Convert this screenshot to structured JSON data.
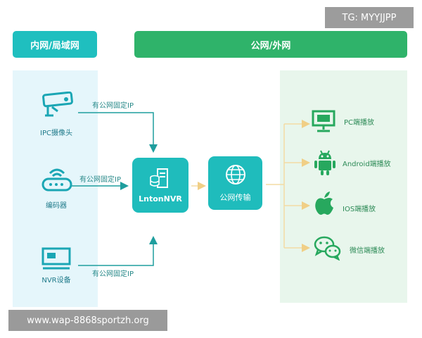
{
  "header": {
    "left": "内网/局域网",
    "right": "公网/外网"
  },
  "watermarks": {
    "tg": "TG: MYYJJPP",
    "site": "www.wap-8868sportzh.org"
  },
  "devices": [
    {
      "label": "IPC摄像头",
      "icon": "camera-icon"
    },
    {
      "label": "编码器",
      "icon": "router-icon"
    },
    {
      "label": "NVR设备",
      "icon": "nvr-device-icon"
    }
  ],
  "edges": {
    "fixed_ip": "有公网固定IP"
  },
  "nodes": {
    "nvr": "LntonNVR",
    "network": "公网传输"
  },
  "clients": [
    {
      "label": "PC端播放",
      "icon": "monitor-icon"
    },
    {
      "label": "Android端播放",
      "icon": "android-icon"
    },
    {
      "label": "IOS端播放",
      "icon": "apple-icon"
    },
    {
      "label": "微信端播放",
      "icon": "wechat-icon"
    }
  ],
  "colors": {
    "teal": "#1fbfbf",
    "green": "#2fb36a",
    "arrow": "#f3dca4"
  }
}
